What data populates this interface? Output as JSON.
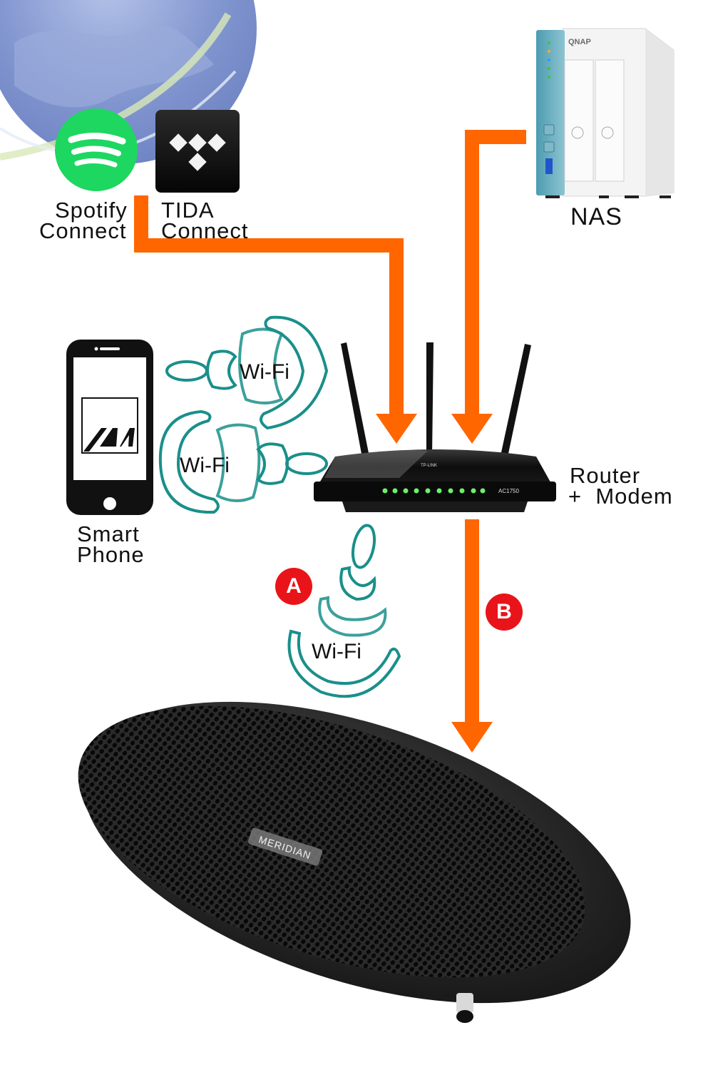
{
  "colors": {
    "arrow": "#ff6600",
    "wifi": "#1a8f8a",
    "badge": "#e9141a",
    "spotify": "#1ed760",
    "tidal_bg": "#111111",
    "globe": "#7f93cc",
    "nas_panel": "#5aa5b8"
  },
  "nodes": {
    "spotify": {
      "line1": "Spotify",
      "line2": "Connect",
      "icon": "spotify-icon"
    },
    "tidal": {
      "line1": "TIDA",
      "line2": "Connect",
      "icon": "tidal-icon"
    },
    "nas": {
      "label": "NAS",
      "brand": "QNAP",
      "icon": "nas-icon"
    },
    "phone": {
      "line1": "Smart",
      "line2": "Phone",
      "icon": "smartphone-icon",
      "app_logo": "M"
    },
    "router": {
      "line1": "Router",
      "line2": "+  Modem",
      "brand": "TP-LINK",
      "model": "AC1750",
      "icon": "router-icon"
    },
    "speaker": {
      "brand": "MERIDIAN",
      "icon": "speaker-icon"
    },
    "internet": {
      "icon": "globe-icon"
    }
  },
  "wifi_labels": {
    "router_to_phone_top": "Wi-Fi",
    "phone_to_router_bottom": "Wi-Fi",
    "router_to_speaker": "Wi-Fi"
  },
  "badges": {
    "a": "A",
    "b": "B"
  }
}
